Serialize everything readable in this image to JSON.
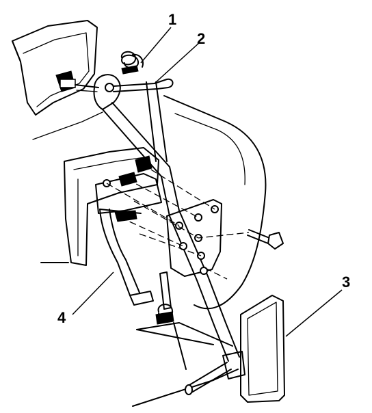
{
  "callouts": [
    {
      "id": "callout-1",
      "text": "1"
    },
    {
      "id": "callout-2",
      "text": "2"
    },
    {
      "id": "callout-3",
      "text": "3"
    },
    {
      "id": "callout-4",
      "text": "4"
    }
  ]
}
